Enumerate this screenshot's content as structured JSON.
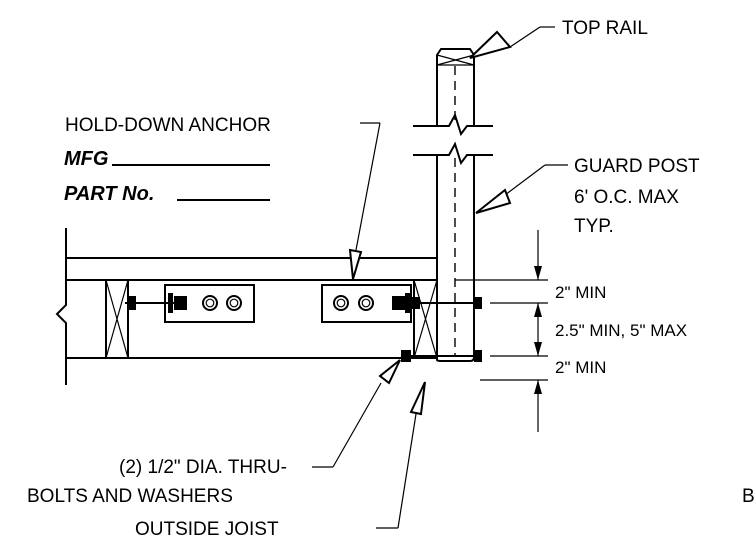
{
  "labels": {
    "top_rail": "TOP RAIL",
    "hold_down_anchor": "HOLD-DOWN ANCHOR",
    "mfg": "MFG",
    "part_no": "PART No.",
    "guard_post_1": "GUARD POST",
    "guard_post_2": "6' O.C. MAX",
    "guard_post_3": "TYP.",
    "dim_top": "2\" MIN",
    "dim_mid": "2.5\" MIN, 5\" MAX",
    "dim_bottom": "2\" MIN",
    "bolts_1": "(2) 1/2\" DIA. THRU-",
    "bolts_2": "BOLTS AND WASHERS",
    "outside_joist": "OUTSIDE JOIST",
    "edge_fragment": "B"
  }
}
